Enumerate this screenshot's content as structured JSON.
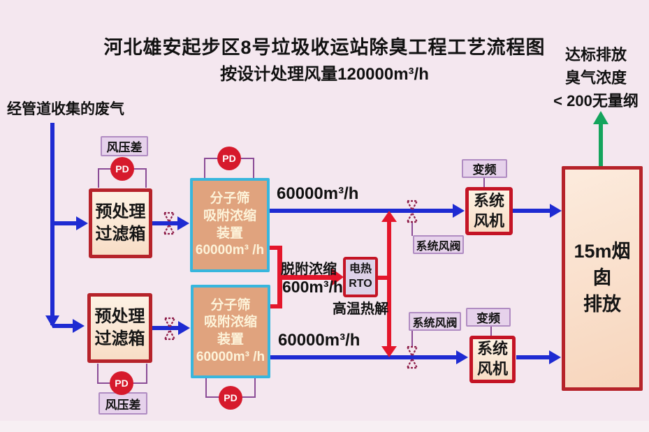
{
  "title": "河北雄安起步区8号垃圾收运站除臭工程工艺流程图",
  "subtitle": "按设计处理风量120000m³/h",
  "inlet_label": "经管道收集的废气",
  "outlet_label": "达标排放\n臭气浓度\n< 200无量纲",
  "boxes": {
    "pretreat": "预处理\n过滤箱",
    "molecular_sieve": "分子筛\n吸附浓缩\n装置\n60000m³ /h",
    "rto": "电热\nRTO",
    "fan": "系统\n风机",
    "chimney": "15m烟囱\n排放"
  },
  "labels": {
    "pressure_diff": "风压差",
    "pd": "PD",
    "vfd": "变频",
    "system_valve": "系统风阀",
    "rto_caption": "高温热解"
  },
  "flows": {
    "branch": "60000m³/h",
    "desorption": "脱附浓缩",
    "desorption_flow": "600m³/h"
  },
  "colors": {
    "background": "#f4e7ef",
    "flow_blue": "#1e2bd2",
    "flow_red": "#e4162b",
    "arrow_green": "#14a45c",
    "box_border_red": "#b6232a",
    "molsieve_border_cyan": "#38b6dd",
    "molsieve_fill": "#e0a37e",
    "label_fill": "#e6d2eb",
    "label_border": "#b08cc2",
    "pd_fill": "#d61a2c",
    "box_fill_cream": "#f8ddc6",
    "rto_fill": "#ddd2e8"
  }
}
